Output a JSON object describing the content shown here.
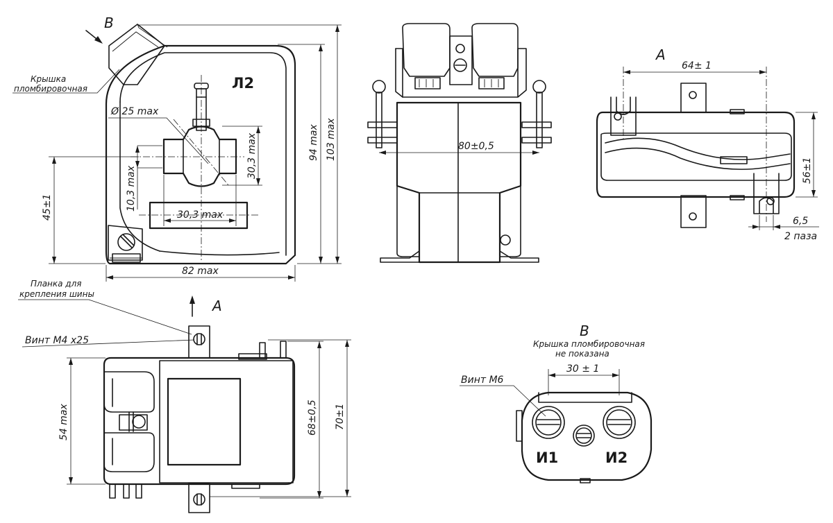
{
  "views": {
    "front": {
      "marking": "Л2",
      "seal_cover_label_1": "Крышка",
      "seal_cover_label_2": "пломбировочная",
      "arrow_b_label": "В",
      "dim_hole_diameter": "Ø 25 max",
      "dim_window_height": "30,3 max",
      "dim_slot_height": "10,3 max",
      "dim_slot_width": "30,3 max",
      "dim_width": "82 max",
      "dim_axis_height": "45±1",
      "dim_height_94": "94 max",
      "dim_height_103": "103 max"
    },
    "side": {
      "dim_bolt_span": "80±0,5"
    },
    "view_a": {
      "title": "А",
      "dim_slot_spacing": "64± 1",
      "dim_height": "56±1",
      "dim_slot_width": "6,5",
      "note_slots": "2 паза"
    },
    "plan": {
      "arrow_a_label": "А",
      "bus_plate_label_1": "Планка для",
      "bus_plate_label_2": "крепления шины",
      "screw_label": "Винт М4  х25",
      "dim_depth_54": "54 max",
      "dim_depth_68": "68±0,5",
      "dim_depth_70": "70±1"
    },
    "view_b": {
      "title": "В",
      "note_1": "Крышка пломбировочная",
      "note_2": "не показана",
      "dim_terminal_spacing": "30 ± 1",
      "screw_label": "Винт М6",
      "terminal_1": "И1",
      "terminal_2": "И2"
    }
  }
}
